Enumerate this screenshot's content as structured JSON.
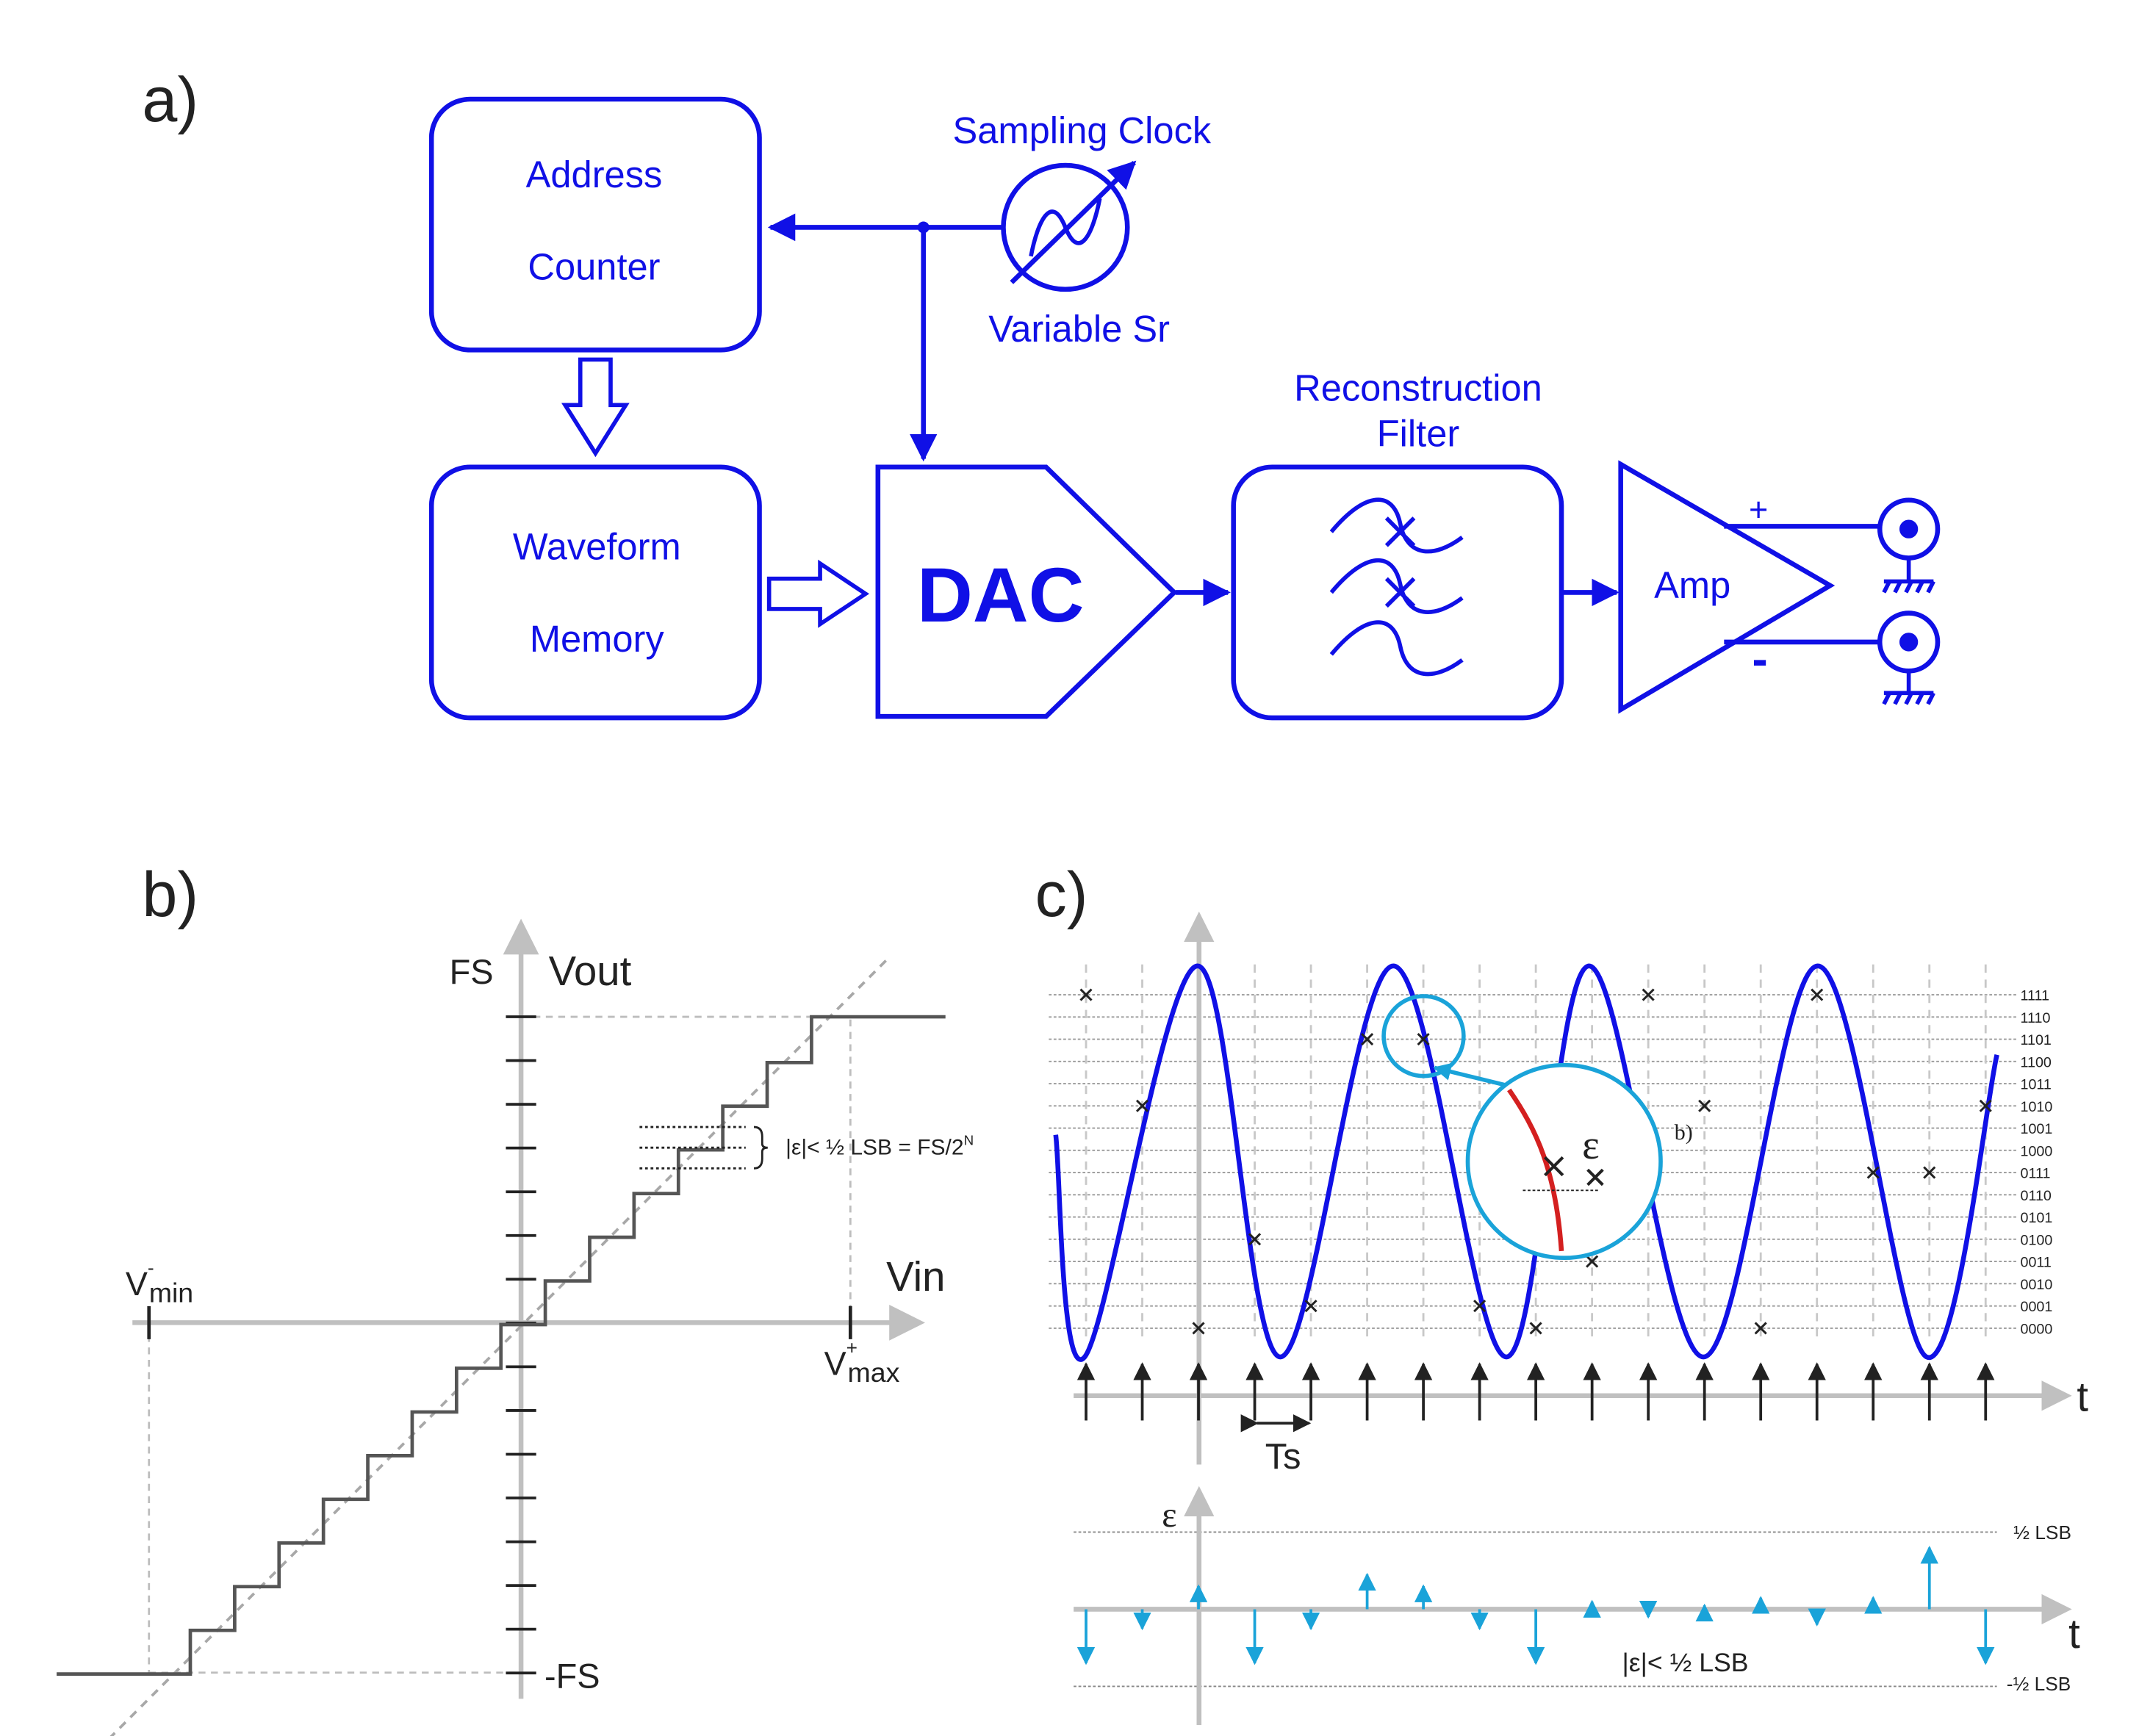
{
  "panels": {
    "a": "a)",
    "b": "b)",
    "c": "c)"
  },
  "colors": {
    "blue": "#1010e6",
    "gray": "#c0c0c0",
    "cyan": "#1aa3d9",
    "red": "#d42020",
    "ink": "#222222"
  },
  "block_diagram": {
    "address_line1": "Address",
    "address_line2": "Counter",
    "waveform_line1": "Waveform",
    "waveform_line2": "Memory",
    "dac": "DAC",
    "sampling_clock": "Sampling Clock",
    "variable_sr": "Variable Sr",
    "filter_line1": "Reconstruction",
    "filter_line2": "Filter",
    "amp": "Amp",
    "plus": "+",
    "minus": "-"
  },
  "transfer": {
    "fs": "FS",
    "neg_fs": "-FS",
    "vout": "Vout",
    "vin": "Vin",
    "vmin": "V",
    "vmin_sub": "min",
    "vmin_sup": "-",
    "vmax": "V",
    "vmax_sub": "max",
    "vmax_sup": "+",
    "error_note": "|ε|< ½ LSB = FS/2",
    "error_note_sup": "N"
  },
  "sampling": {
    "t_label": "t",
    "ts_label": "Ts",
    "epsilon": "ε",
    "inset_ref": "b)",
    "codes": [
      "1111",
      "1110",
      "1101",
      "1100",
      "1011",
      "1010",
      "1001",
      "1000",
      "0111",
      "0110",
      "0101",
      "0100",
      "0011",
      "0010",
      "0001",
      "0000"
    ],
    "err_label": "ε",
    "err_t": "t",
    "half_lsb": "½ LSB",
    "neg_half_lsb": "-½ LSB",
    "err_note": "|ε|< ½ LSB"
  },
  "chart_data": {
    "type": "line",
    "series": [
      {
        "values": [
          -0.7,
          -0.25,
          0.3,
          -0.7,
          -0.25,
          0.45,
          0.3,
          -0.25,
          -0.7,
          0.1,
          -0.1,
          0.05,
          0.15,
          -0.2,
          0.15,
          0.8,
          -0.7
        ]
      }
    ]
  }
}
